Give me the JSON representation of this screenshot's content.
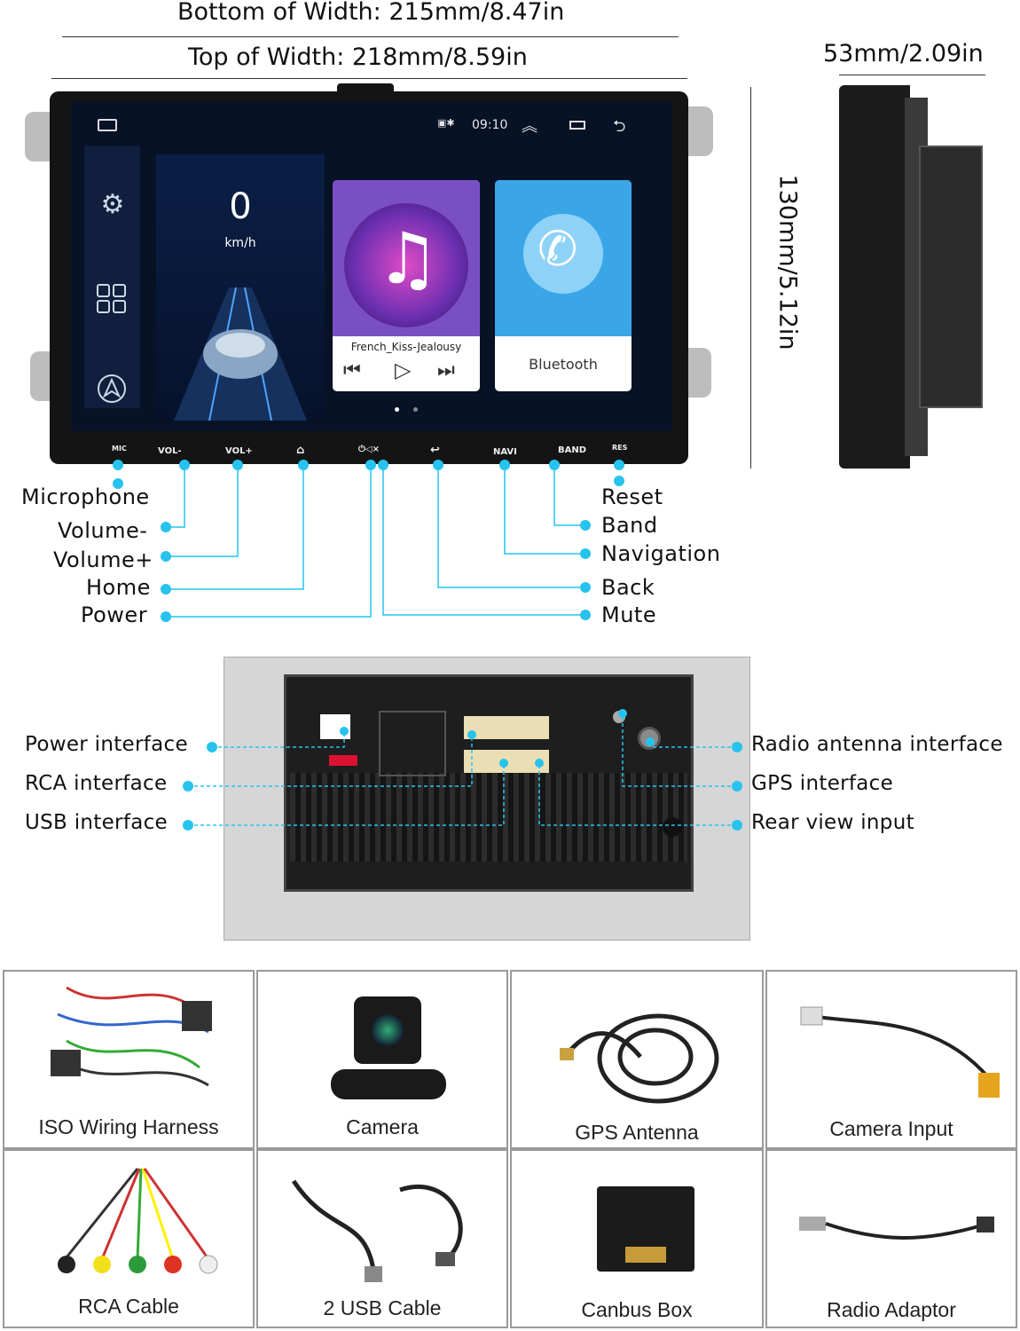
{
  "dimensions": {
    "bottom_width": "Bottom of  Width: 215mm/8.47in",
    "top_width": "Top of Width: 218mm/8.59in",
    "depth": "53mm/2.09in",
    "height": "130mm/5.12in"
  },
  "screen": {
    "time": "09:10",
    "speed": "0",
    "speed_unit": "km/h",
    "track": "French_Kiss-Jealousy",
    "bluetooth_label": "Bluetooth"
  },
  "panel_buttons": [
    "MIC",
    "VOL-",
    "VOL+",
    "⌂",
    "⏻◁×",
    "↩",
    "NAVI",
    "BAND",
    "RES"
  ],
  "front_callouts_left": [
    "Microphone",
    "Volume-",
    "Volume+",
    "Home",
    "Power"
  ],
  "front_callouts_right": [
    "Reset",
    "Band",
    "Navigation",
    "Back",
    "Mute"
  ],
  "rear_callouts_left": [
    "Power interface",
    "RCA interface",
    "USB interface"
  ],
  "rear_callouts_right": [
    "Radio antenna interface",
    "GPS interface",
    "Rear view input"
  ],
  "accessories": [
    "ISO Wiring Harness",
    "Camera",
    "GPS Antenna",
    "Camera Input",
    "RCA  Cable",
    "2 USB Cable",
    "Canbus Box",
    "Radio Adaptor"
  ],
  "colors": {
    "callout": "#27c3ef",
    "bezel": "#141414",
    "music_tile": "#7a4fc4",
    "bt_tile": "#3aa6e8"
  }
}
